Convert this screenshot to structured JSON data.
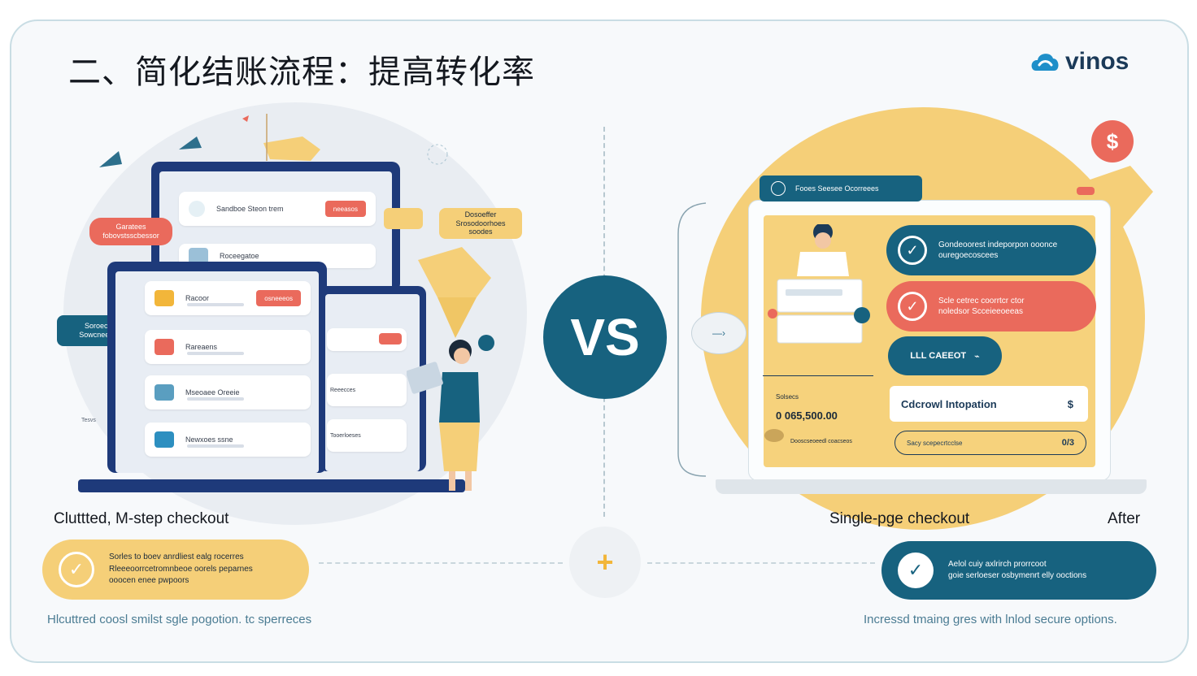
{
  "title": "二、简化结账流程：提高转化率",
  "brand": {
    "name": "vinos",
    "color": "#1f8fc9"
  },
  "vs_label": "VS",
  "colors": {
    "teal": "#17627f",
    "coral": "#ea6a5c",
    "yellow": "#f5cf78",
    "navy": "#1e3a7a"
  },
  "left": {
    "caption": "Cluttted, M-step checkout",
    "bubbles": [
      "Garatees fobovstsscbessor",
      "Soroeces Sowcneeeso",
      "Dosoeffer Srosodoorhoes soodes"
    ],
    "back_card": {
      "label": "Sandboe Steon trem",
      "button": "neeasos"
    },
    "back_card2": "Roceegatoe",
    "front_cards": [
      {
        "label": "Racoor",
        "button": "osneeeos"
      },
      {
        "label": "Rareaens"
      },
      {
        "label": "Mseoaee Oreeie"
      },
      {
        "label": "Newxoes ssne"
      }
    ],
    "side_cards": [
      "Reeecces",
      "Tooerloeses"
    ],
    "small_label": "Tesvs",
    "summary": "Sorles to boev anrdliest ealg rocerres\nRleeeoorrcetromnbeoe oorels peparnes\nooocen enee pwpoors",
    "footnote": "Hlcuttred coosl smilst sgle pogotion. tc sperreces"
  },
  "right": {
    "caption": "Single-pge checkout",
    "after_label": "After",
    "tag": "Fooes Seesee Ocorreees",
    "pills": [
      {
        "text": "Gondeoorest indeporpon ooonce\nouregoecoscees"
      },
      {
        "text": "Scle cetrec coorrtcr ctor\nnoledsor Scceieeoeeas"
      },
      {
        "text": "LLL CAEEOT"
      }
    ],
    "info_box": {
      "label": "Cdcrowl Intopation",
      "symbol": "$"
    },
    "outline_box": {
      "label": "Sacy scepecrtcclse",
      "value": "0/3"
    },
    "price_label": "Solsecs",
    "price": "0   065,500.00",
    "price_sub": "Dooscseoeedl coacseos",
    "coin_symbol": "$",
    "summary": "Aelol cuiy axlrirch prorrcoot\ngoie serloeser osbymenrt elly ooctions",
    "footnote": "Incressd tmaing gres with lnlod secure options."
  }
}
